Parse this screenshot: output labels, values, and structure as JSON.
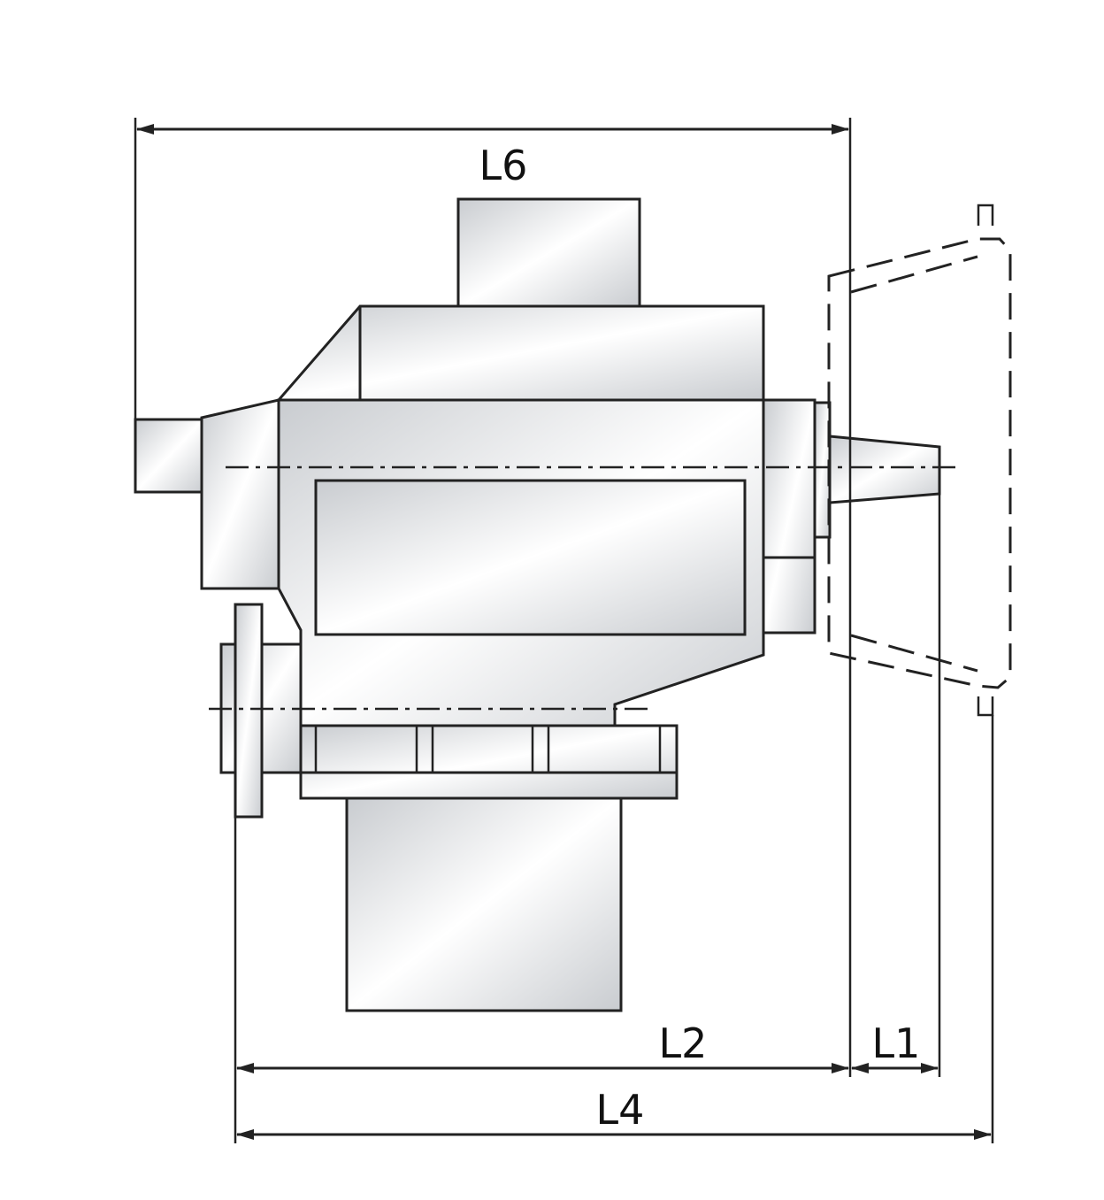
{
  "dimensions": {
    "l6": "L6",
    "l2": "L2",
    "l1": "L1",
    "l4": "L4"
  }
}
